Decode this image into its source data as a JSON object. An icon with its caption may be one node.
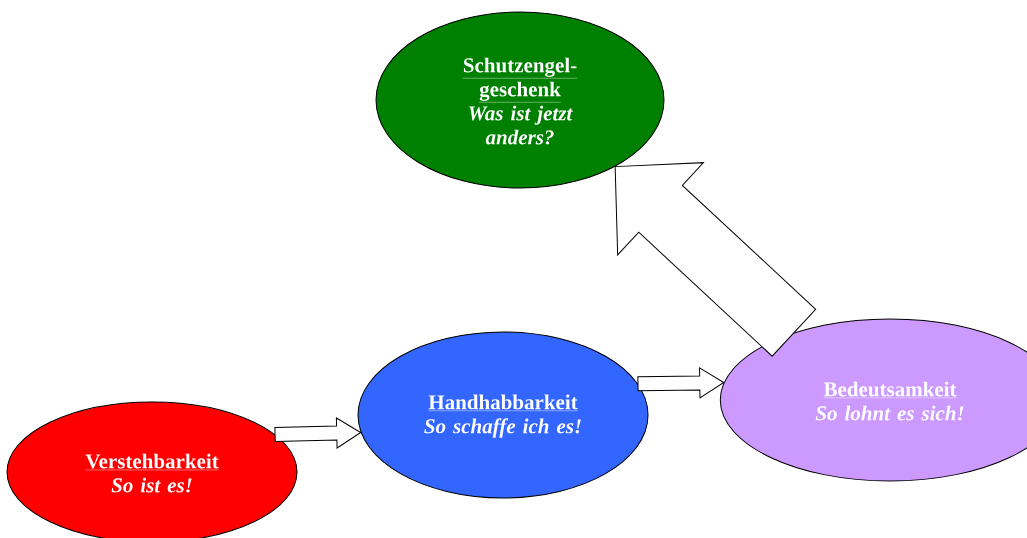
{
  "diagram": {
    "nodes": [
      {
        "text": [
          "Schutzengel- geschenk",
          "Was ist jetzt anders?"
        ]
      },
      {
        "text": [
          "Verstehbarkeit",
          "So ist es!"
        ]
      },
      {
        "text": [
          "Handhabbarkeit",
          "So schaffe ich es!"
        ]
      },
      {
        "text": [
          "Bedeutsamkeit",
          "So lohnt es sich!"
        ]
      }
    ],
    "edges": [
      {
        "from": 1,
        "to": 2,
        "arrow": "to"
      },
      {
        "from": 2,
        "to": 3,
        "arrow": "to"
      },
      {
        "from": 3,
        "to": 0,
        "arrow": "to"
      }
    ]
  }
}
